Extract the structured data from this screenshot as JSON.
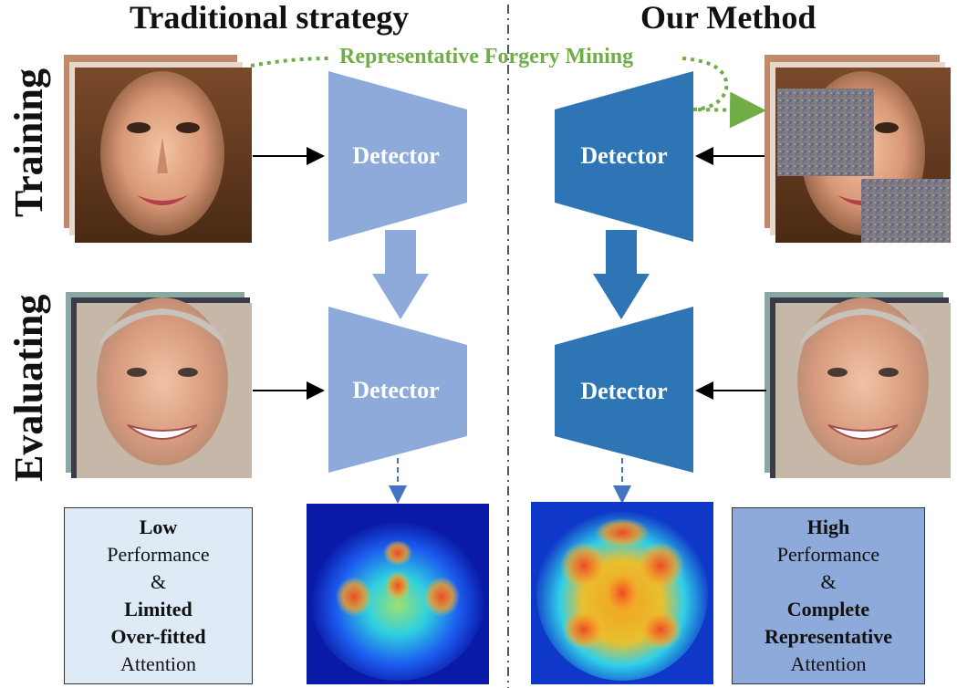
{
  "headers": {
    "left": "Traditional strategy",
    "right": "Our Method"
  },
  "row_labels": {
    "training": "Training",
    "evaluating": "Evaluating"
  },
  "mining_label": "Representative Forgery Mining",
  "detector_label": "Detector",
  "left_result": {
    "line1": "Low",
    "line2": "Performance",
    "line3": "&",
    "line4": "Limited",
    "line5": "Over-fitted",
    "line6": "Attention"
  },
  "right_result": {
    "line1": "High",
    "line2": "Performance",
    "line3": "&",
    "line4": "Complete",
    "line5": "Representative",
    "line6": "Attention"
  },
  "colors": {
    "detector_light": "#8eaadb",
    "detector_dark": "#2e75b6",
    "mining_green": "#70ad47",
    "box_light": "#deebf7",
    "box_dark": "#8eaadb"
  },
  "icons": {
    "face_female": "female-face-image",
    "face_male": "male-face-image",
    "heatmap": "attention-heatmap"
  }
}
